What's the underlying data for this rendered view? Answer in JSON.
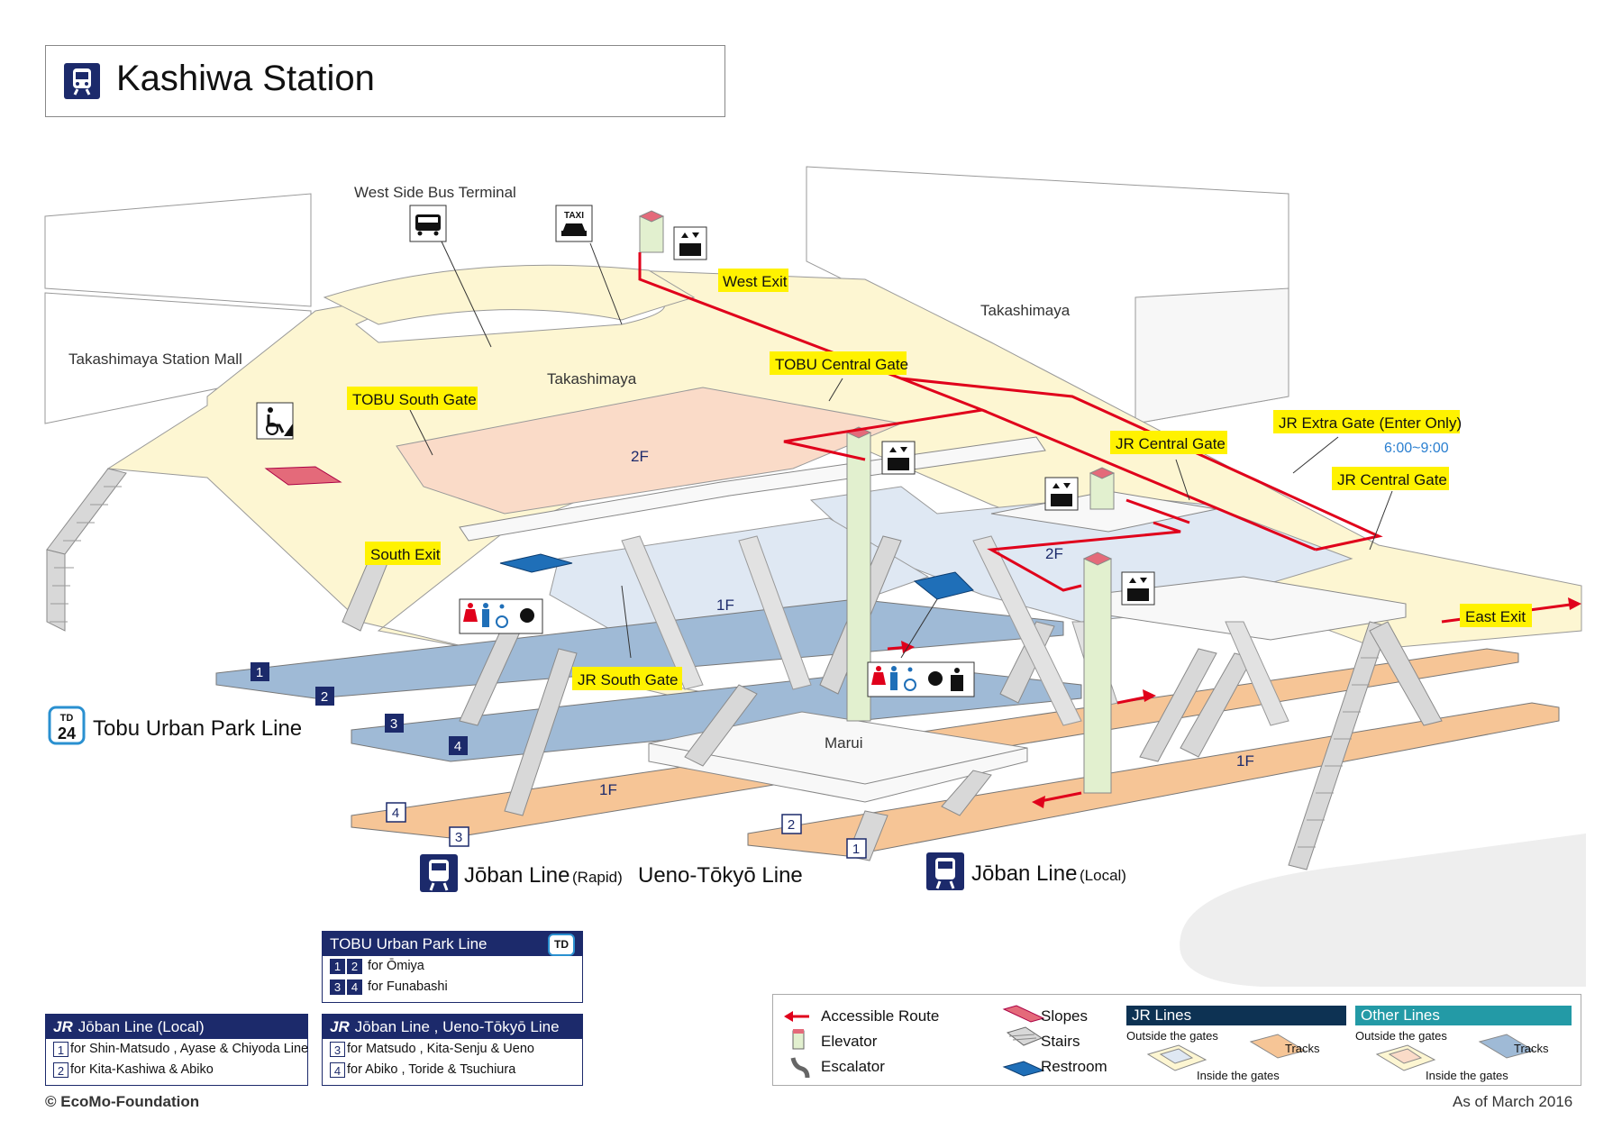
{
  "title": "Kashiwa Station",
  "places": {
    "west_bus_terminal": "West Side Bus Terminal",
    "takashimaya_station_mall": "Takashimaya Station Mall",
    "takashimaya_1": "Takashimaya",
    "takashimaya_2": "Takashimaya",
    "marui": "Marui"
  },
  "gates": {
    "west_exit": "West Exit",
    "tobu_central_gate": "TOBU Central Gate",
    "tobu_south_gate": "TOBU South Gate",
    "jr_central_gate_1": "JR Central Gate",
    "jr_central_gate_2": "JR Central Gate",
    "jr_extra_gate": "JR Extra Gate (Enter Only)",
    "jr_extra_gate_hours": "6:00~9:00",
    "south_exit": "South Exit",
    "east_exit": "East Exit",
    "jr_south_gate": "JR South Gate"
  },
  "floors": {
    "tobu_2f": "2F",
    "jr_2f": "2F",
    "tobu_1f": "1F",
    "jr_1f_left": "1F",
    "jr_1f_right": "1F"
  },
  "platforms": {
    "tobu_1": "1",
    "tobu_2": "2",
    "tobu_3": "3",
    "tobu_4": "4",
    "rapid_4": "4",
    "rapid_3": "3",
    "local_2": "2",
    "local_1": "1"
  },
  "lines": {
    "tobu_badge_top": "TD",
    "tobu_badge_num": "24",
    "tobu_name": "Tobu Urban Park Line",
    "joban_rapid": "Jōban Line",
    "joban_rapid_suffix": "(Rapid)",
    "ueno_tokyo": "Ueno-Tōkyō Line",
    "joban_local": "Jōban Line",
    "joban_local_suffix": "(Local)"
  },
  "icons": {
    "taxi_text": "TAXI"
  },
  "legend_tobu": {
    "header": "TOBU Urban Park Line",
    "badge": "TD",
    "rows": [
      {
        "n1": "1",
        "n2": "2",
        "text": "for Ōmiya"
      },
      {
        "n1": "3",
        "n2": "4",
        "text": "for Funabashi"
      }
    ]
  },
  "legend_local": {
    "jr": "JR",
    "header": "Jōban Line (Local)",
    "rows": [
      {
        "n": "1",
        "text": "for Shin-Matsudo , Ayase & Chiyoda Line"
      },
      {
        "n": "2",
        "text": "for Kita-Kashiwa & Abiko"
      }
    ]
  },
  "legend_rapid": {
    "jr": "JR",
    "header": "Jōban Line , Ueno-Tōkyō Line",
    "rows": [
      {
        "n": "3",
        "text": "for Matsudo , Kita-Senju & Ueno"
      },
      {
        "n": "4",
        "text": "for Abiko , Toride & Tsuchiura"
      }
    ]
  },
  "key": {
    "accessible_route": "Accessible Route",
    "elevator": "Elevator",
    "escalator": "Escalator",
    "slopes": "Slopes",
    "stairs": "Stairs",
    "restroom": "Restroom",
    "jr_lines": "JR Lines",
    "other_lines": "Other Lines",
    "outside_gates": "Outside the gates",
    "tracks": "Tracks",
    "inside_gates": "Inside the gates",
    "outside_gates_2": "Outside the gates",
    "tracks_2": "Tracks",
    "inside_gates_2": "Inside the gates"
  },
  "colors": {
    "outside_gates": "#fdf6d2",
    "tobu_inside": "#fadbc8",
    "jr_inside": "#dfe8f3",
    "tobu_platform": "#9fbad6",
    "jr_platform": "#f6c596",
    "accessible_route": "#e0001b",
    "elevator": "#e2f0cf",
    "label_yellow": "#fff200",
    "navy": "#1c2a6b",
    "jr_header": "#0d3253",
    "other_header": "#239aa6"
  },
  "footer": {
    "copyright": "© EcoMo-Foundation",
    "date": "As of March 2016"
  }
}
